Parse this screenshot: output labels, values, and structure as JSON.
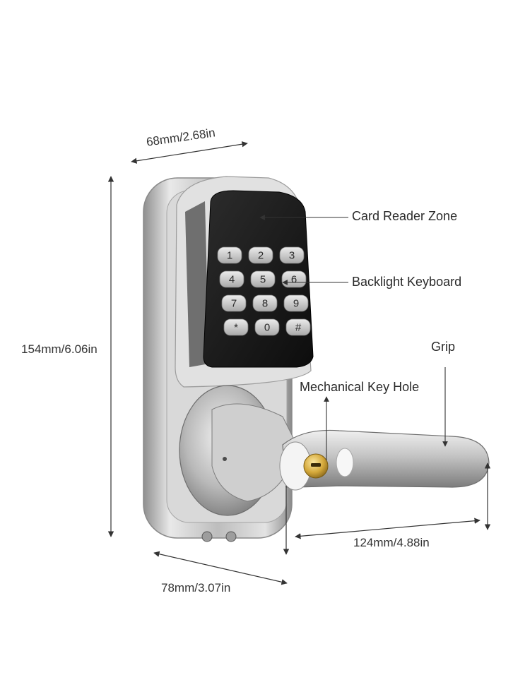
{
  "dimensions": {
    "width_top": "68mm/2.68in",
    "height": "154mm/6.06in",
    "depth": "78mm/3.07in",
    "handle_length": "124mm/4.88in"
  },
  "callouts": {
    "card_reader": "Card Reader Zone",
    "keyboard": "Backlight Keyboard",
    "grip": "Grip",
    "key_hole": "Mechanical Key Hole"
  },
  "keypad": {
    "keys": [
      "1",
      "2",
      "3",
      "4",
      "5",
      "6",
      "7",
      "8",
      "9",
      "*",
      "0",
      "#"
    ]
  },
  "colors": {
    "metal": "#c9c9c9",
    "panel": "#1a1a1a",
    "key": "#d6d6d6",
    "brass": "#d4a83a",
    "line": "#333333"
  }
}
